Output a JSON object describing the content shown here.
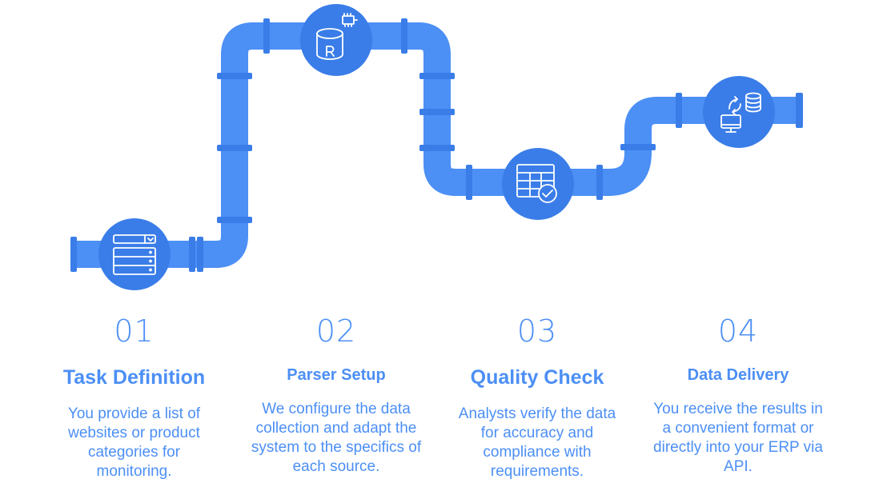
{
  "colors": {
    "accent": "#4c8ff5",
    "pipe": "#4c8ff5",
    "flange": "#3a7de8",
    "icon_stroke": "#ffffff",
    "background": "#ffffff"
  },
  "steps": [
    {
      "number": "01",
      "title": "Task Definition",
      "description": "You provide a list of websites or product categories for monitoring.",
      "icon": "list-form-icon"
    },
    {
      "number": "02",
      "title": "Parser Setup",
      "description": "We configure the data collection and adapt the system to the specifics of each source.",
      "icon": "database-r-icon"
    },
    {
      "number": "03",
      "title": "Quality Check",
      "description": "Analysts verify the data for accuracy and compliance with requirements.",
      "icon": "table-check-icon"
    },
    {
      "number": "04",
      "title": "Data Delivery",
      "description": "You receive the results in a convenient format or directly into your ERP via API.",
      "icon": "monitor-database-sync-icon"
    }
  ]
}
